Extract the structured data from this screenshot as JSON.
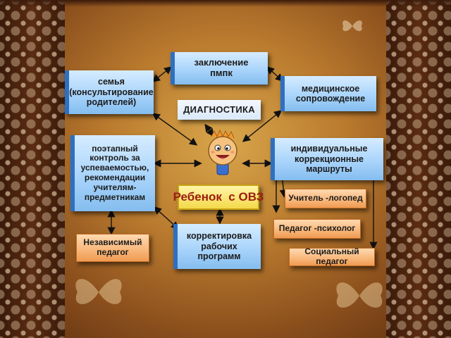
{
  "nodes": {
    "conclusion": "заключение\nпмпк",
    "family": "семья\n(консультирование\nродителей)",
    "medical": "медицинское\nсопровождение",
    "diagnostics": "ДИАГНОСТИКА",
    "control": "поэтапный\nконтроль за\nуспеваемостью,\nрекомендации\nучителям-\nпредметникам",
    "routes": "индивидуальные\nкоррекционные\nмаршруты",
    "child": "Ребенок  с ОВЗ",
    "speech": "Учитель -логопед",
    "psych": "Педагог -психолог",
    "social": "Социальный педагог",
    "independent": "Независимый\nпедагог",
    "correction": "корректировка\nрабочих\nпрограмм"
  },
  "colors": {
    "blue_box": "#a9d4fb",
    "blue_edge": "#2e6fc0",
    "orange_box": "#f8b679",
    "center_box": "#f4d94a",
    "center_text": "#9b1d12",
    "background": "#b97a2e"
  },
  "icons": [
    "cartoon-child-icon",
    "butterfly-icon"
  ]
}
